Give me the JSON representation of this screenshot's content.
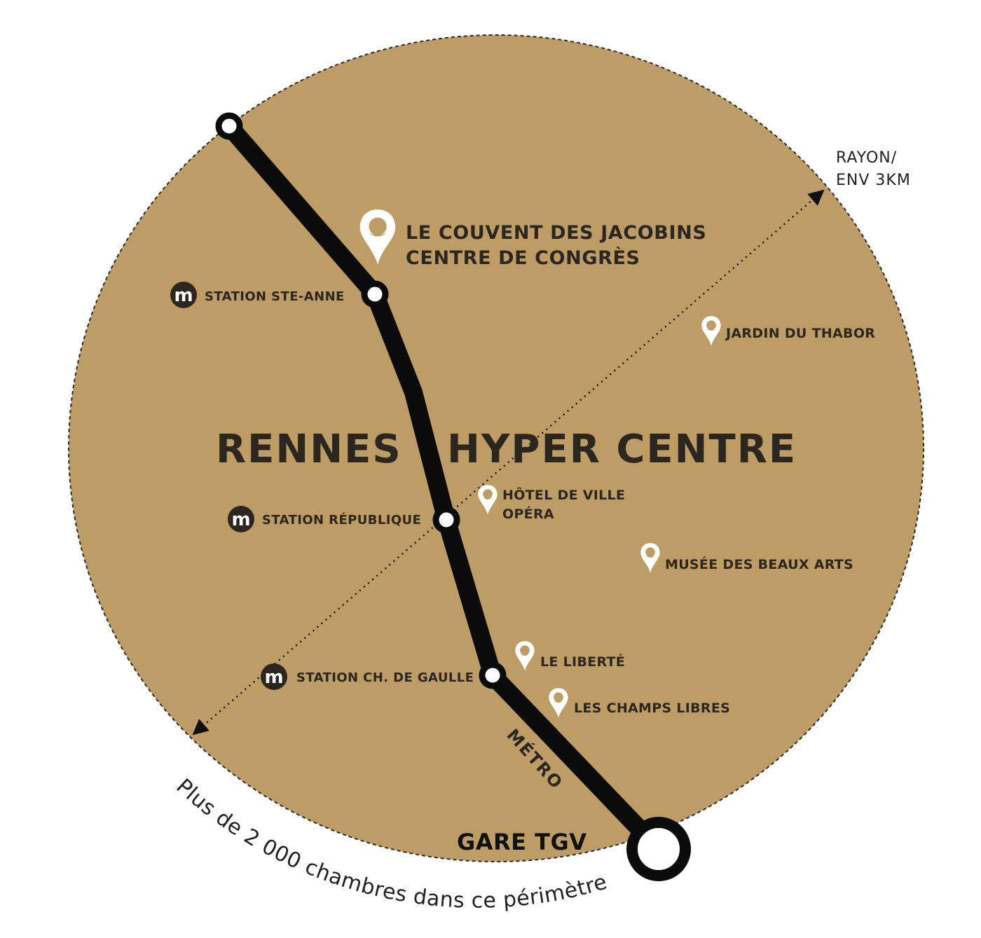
{
  "title": {
    "left": "RENNES",
    "right": "HYPER CENTRE"
  },
  "venue": {
    "line1": "LE COUVENT DES JACOBINS",
    "line2": "CENTRE DE CONGRÈS"
  },
  "radius": {
    "line1": "RAYON/",
    "line2": "ENV 3KM"
  },
  "metro": {
    "line_label": "MÉTRO",
    "station_icon_letter": "m",
    "stations": [
      {
        "label": "STATION STE-ANNE"
      },
      {
        "label": "STATION RÉPUBLIQUE"
      },
      {
        "label": "STATION CH. DE GAULLE"
      }
    ],
    "terminus": "GARE TGV"
  },
  "pois": [
    {
      "label": "JARDIN DU THABOR"
    },
    {
      "line1": "HÔTEL DE VILLE",
      "line2": "OPÉRA"
    },
    {
      "label": "MUSÉE DES BEAUX ARTS"
    },
    {
      "label": "LE LIBERTÉ"
    },
    {
      "label": "LES CHAMPS LIBRES"
    }
  ],
  "perimeter_caption": "Plus de 2 000 chambres dans ce périmètre",
  "colors": {
    "zone_fill": "#bd9d65",
    "line": "#0b0b0b",
    "text": "#2b2620",
    "pin_fill": "#ffffff",
    "pin_inner": "#bd9d65"
  },
  "icons": {
    "pin": "map-pin-icon",
    "metro": "metro-m-icon"
  }
}
